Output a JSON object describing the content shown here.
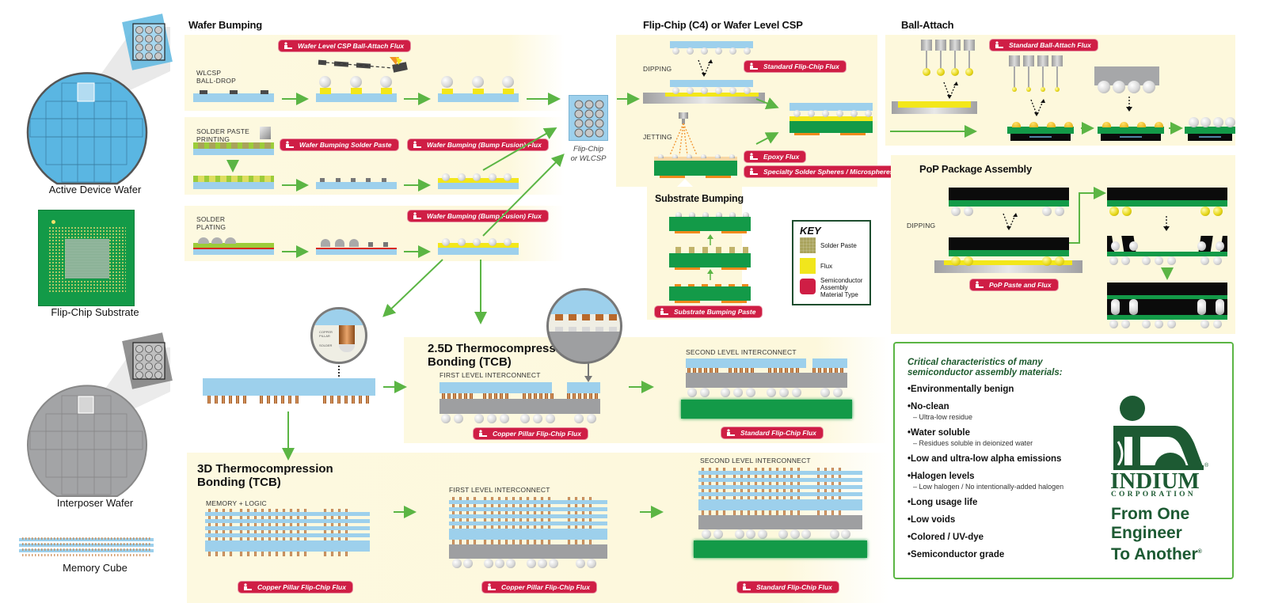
{
  "left_column": {
    "active_wafer_label": "Active Device Wafer",
    "substrate_label": "Flip-Chip Substrate",
    "interposer_label": "Interposer Wafer",
    "memory_cube_label": "Memory Cube"
  },
  "wafer_bumping": {
    "title": "Wafer Bumping",
    "row1_caption_line1": "WLCSP",
    "row1_caption_line2": "BALL-DROP",
    "row1_tag": "Wafer Level CSP Ball-Attach Flux",
    "row2_caption_line1": "SOLDER PASTE",
    "row2_caption_line2": "PRINTING",
    "row2_tag_paste": "Wafer Bumping Solder Paste",
    "row2_tag_flux": "Wafer Bumping (Bump Fusion) Flux",
    "row3_caption_line1": "SOLDER",
    "row3_caption_line2": "PLATING",
    "row3_tag_flux": "Wafer Bumping (Bump Fusion) Flux"
  },
  "flipchip_hub": {
    "label_line1": "Flip-Chip",
    "label_line2": "or WLCSP"
  },
  "flipchip_c4": {
    "title": "Flip-Chip (C4) or Wafer Level CSP",
    "dipping_caption": "DIPPING",
    "jetting_caption": "JETTING",
    "tag_standard": "Standard Flip-Chip Flux",
    "tag_epoxy": "Epoxy Flux",
    "tag_spheres": "Specialty Solder Spheres / Microspheres"
  },
  "substrate_bumping": {
    "title": "Substrate Bumping",
    "tag": "Substrate Bumping Paste"
  },
  "key": {
    "title": "KEY",
    "items": [
      {
        "label": "Solder Paste",
        "color": "#a9a35c"
      },
      {
        "label": "Flux",
        "color": "#f1e61c"
      },
      {
        "label": "Semiconductor Assembly Material Type",
        "color": "#cf1e45"
      }
    ]
  },
  "ball_attach": {
    "title": "Ball-Attach",
    "tag": "Standard Ball-Attach Flux"
  },
  "pop": {
    "title": "PoP Package Assembly",
    "dipping_caption": "DIPPING",
    "tag": "PoP Paste and Flux"
  },
  "tcb_25d": {
    "title_line1": "2.5D Thermocompression",
    "title_line2": "Bonding (TCB)",
    "first_level": "FIRST LEVEL INTERCONNECT",
    "second_level": "SECOND LEVEL INTERCONNECT",
    "tag_copper": "Copper Pillar Flip-Chip Flux",
    "tag_standard": "Standard Flip-Chip Flux",
    "zoom_copper_pillar": "COPPER PILLAR",
    "zoom_solder": "SOLDER"
  },
  "tcb_3d": {
    "title_line1": "3D Thermocompression",
    "title_line2": "Bonding (TCB)",
    "caption": "MEMORY + LOGIC",
    "first_level": "FIRST LEVEL INTERCONNECT",
    "second_level": "SECOND LEVEL INTERCONNECT",
    "tag_copper_1": "Copper Pillar Flip-Chip Flux",
    "tag_copper_2": "Copper Pillar Flip-Chip Flux",
    "tag_standard": "Standard Flip-Chip Flux"
  },
  "characteristics": {
    "heading_line1": "Critical characteristics of many",
    "heading_line2": "semiconductor assembly materials:",
    "items": [
      {
        "text": "Environmentally benign",
        "sub": ""
      },
      {
        "text": "No-clean",
        "sub": "– Ultra-low residue"
      },
      {
        "text": "Water soluble",
        "sub": "– Residues soluble in deionized water"
      },
      {
        "text": "Low and ultra-low alpha emissions",
        "sub": ""
      },
      {
        "text": "Halogen levels",
        "sub": "– Low halogen / No intentionally-added halogen"
      },
      {
        "text": "Long usage life",
        "sub": ""
      },
      {
        "text": "Low voids",
        "sub": ""
      },
      {
        "text": "Colored / UV-dye",
        "sub": ""
      },
      {
        "text": "Semiconductor grade",
        "sub": ""
      }
    ]
  },
  "brand": {
    "name": "INDIUM",
    "sub": "CORPORATION",
    "registered": "®",
    "tagline_line1": "From One",
    "tagline_line2": "Engineer",
    "tagline_line3": "To Another",
    "color": "#1d5a33"
  },
  "colors": {
    "tag_red": "#cf1e45",
    "arrow_green": "#5bb544",
    "substrate_green": "#139a48",
    "die_blue": "#9dd0ec",
    "panel_cream": "#fdf8dc"
  }
}
